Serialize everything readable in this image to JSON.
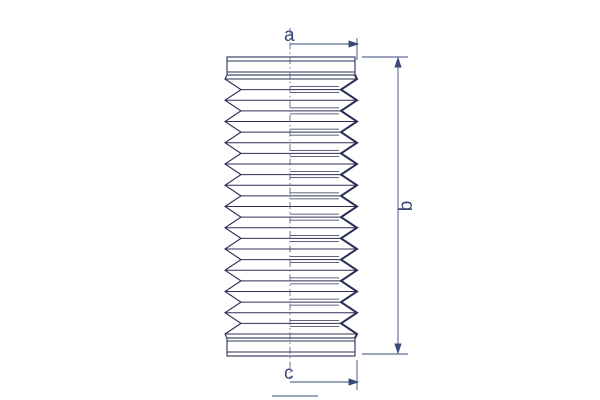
{
  "labels": {
    "a": "a",
    "b": "b",
    "c": "c"
  },
  "bellows": {
    "folds": 12
  },
  "colors": {
    "outline": "#2b2f55",
    "dimension": "#3a4a78",
    "centerline": "#555577"
  }
}
